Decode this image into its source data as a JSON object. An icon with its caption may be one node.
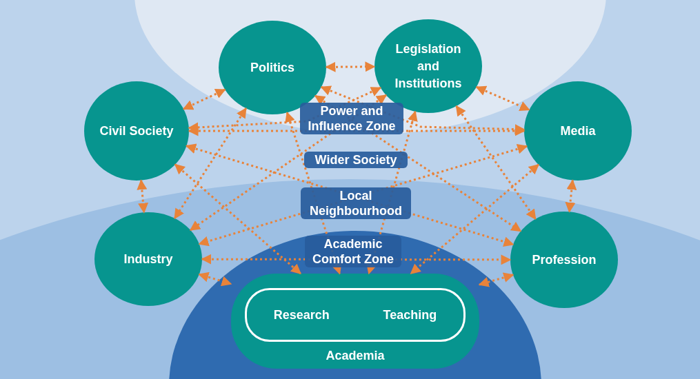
{
  "diagram": {
    "nodes": [
      {
        "text": [
          "Politics"
        ]
      },
      {
        "text": [
          "Legislation and Institutions"
        ]
      },
      {
        "text": [
          "Civil Society"
        ]
      },
      {
        "text": [
          "Media"
        ]
      },
      {
        "text": [
          "Industry"
        ]
      },
      {
        "text": [
          "Profession"
        ]
      },
      {
        "text": [
          "Academia"
        ]
      },
      {
        "text": [
          "Research",
          "Teaching"
        ],
        "in": 6
      }
    ],
    "edges": [
      {
        "from": 0,
        "to": 1,
        "arrow": "both",
        "style": "dashed"
      },
      {
        "from": 0,
        "to": 2,
        "arrow": "both",
        "style": "dashed"
      },
      {
        "from": 0,
        "to": 3,
        "arrow": "both",
        "style": "dashed"
      },
      {
        "from": 0,
        "to": 4,
        "arrow": "both",
        "style": "dashed"
      },
      {
        "from": 0,
        "to": 5,
        "arrow": "both",
        "style": "dashed"
      },
      {
        "from": 0,
        "to": 6,
        "arrow": "both",
        "style": "dashed"
      },
      {
        "from": 1,
        "to": 2,
        "arrow": "both",
        "style": "dashed"
      },
      {
        "from": 1,
        "to": 3,
        "arrow": "both",
        "style": "dashed"
      },
      {
        "from": 1,
        "to": 4,
        "arrow": "both",
        "style": "dashed"
      },
      {
        "from": 1,
        "to": 5,
        "arrow": "both",
        "style": "dashed"
      },
      {
        "from": 1,
        "to": 6,
        "arrow": "both",
        "style": "dashed"
      },
      {
        "from": 2,
        "to": 3,
        "arrow": "both",
        "style": "dashed"
      },
      {
        "from": 2,
        "to": 4,
        "arrow": "both",
        "style": "dashed"
      },
      {
        "from": 2,
        "to": 5,
        "arrow": "both",
        "style": "dashed"
      },
      {
        "from": 2,
        "to": 6,
        "arrow": "both",
        "style": "dashed"
      },
      {
        "from": 3,
        "to": 4,
        "arrow": "both",
        "style": "dashed"
      },
      {
        "from": 3,
        "to": 5,
        "arrow": "both",
        "style": "dashed"
      },
      {
        "from": 3,
        "to": 6,
        "arrow": "both",
        "style": "dashed"
      },
      {
        "from": 4,
        "to": 5,
        "arrow": "both",
        "style": "dashed"
      },
      {
        "from": 4,
        "to": 6,
        "arrow": "both",
        "style": "dashed"
      },
      {
        "from": 5,
        "to": 6,
        "arrow": "both",
        "style": "dashed"
      }
    ],
    "labels": [
      "Power and Influence Zone",
      "Wider Society",
      "Local Neighbourhood",
      "Academic Comfort Zone"
    ]
  }
}
